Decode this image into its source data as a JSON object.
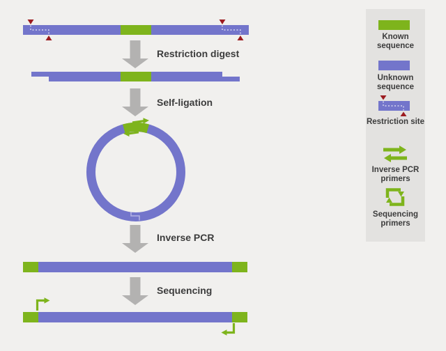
{
  "steps": [
    {
      "id": "restriction-digest",
      "label": "Restriction digest"
    },
    {
      "id": "self-ligation",
      "label": "Self-ligation"
    },
    {
      "id": "inverse-pcr",
      "label": "Inverse PCR"
    },
    {
      "id": "sequencing",
      "label": "Sequencing"
    }
  ],
  "legend": {
    "items": [
      {
        "icon": "known-sequence-swatch",
        "label": "Known sequence"
      },
      {
        "icon": "unknown-sequence-swatch",
        "label": "Unknown sequence"
      },
      {
        "icon": "restriction-site-icon",
        "label": "Restriction site"
      },
      {
        "icon": "inverse-pcr-primers-icon",
        "label": "Inverse PCR primers"
      },
      {
        "icon": "sequencing-primers-icon",
        "label": "Sequencing primers"
      }
    ]
  },
  "colors": {
    "known_sequence_green": "#7eb41c",
    "unknown_sequence_purple": "#7375cb",
    "restriction_site_red": "#9c1b1f",
    "step_arrow_gray": "#b3b2b1",
    "background": "#f1f0ee",
    "legend_panel": "#e3e2e0",
    "label_text": "#3c3c3c"
  }
}
